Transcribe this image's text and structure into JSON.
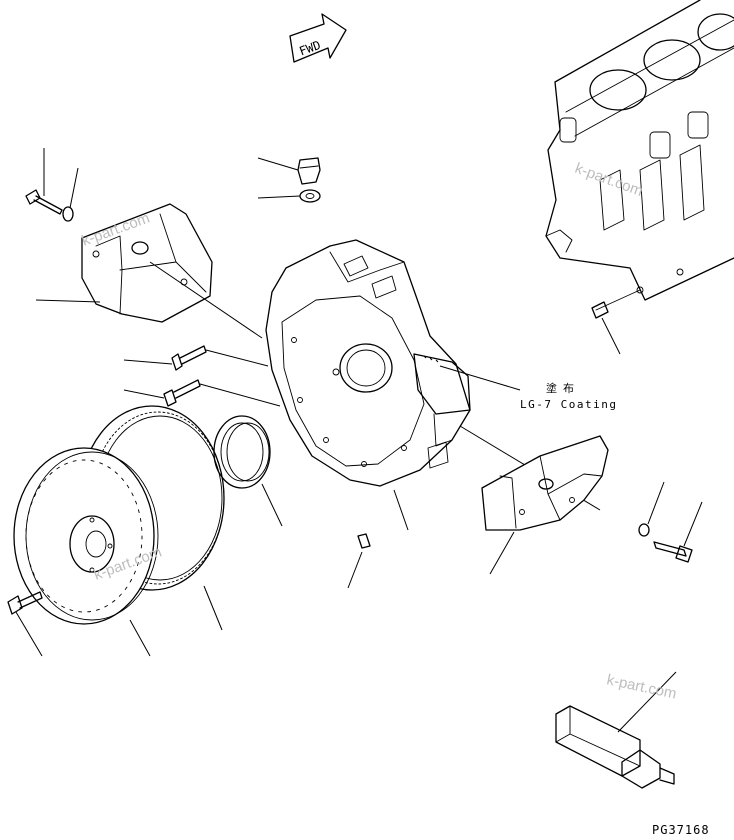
{
  "labels": {
    "fwd": "FWD",
    "coating_jp": "塗布",
    "coating_en": "LG-7 Coating",
    "figure_code": "PG37168"
  },
  "watermark": "k-part.com",
  "colors": {
    "line": "#000000",
    "background": "#ffffff",
    "watermark": "#bdbdbd"
  }
}
